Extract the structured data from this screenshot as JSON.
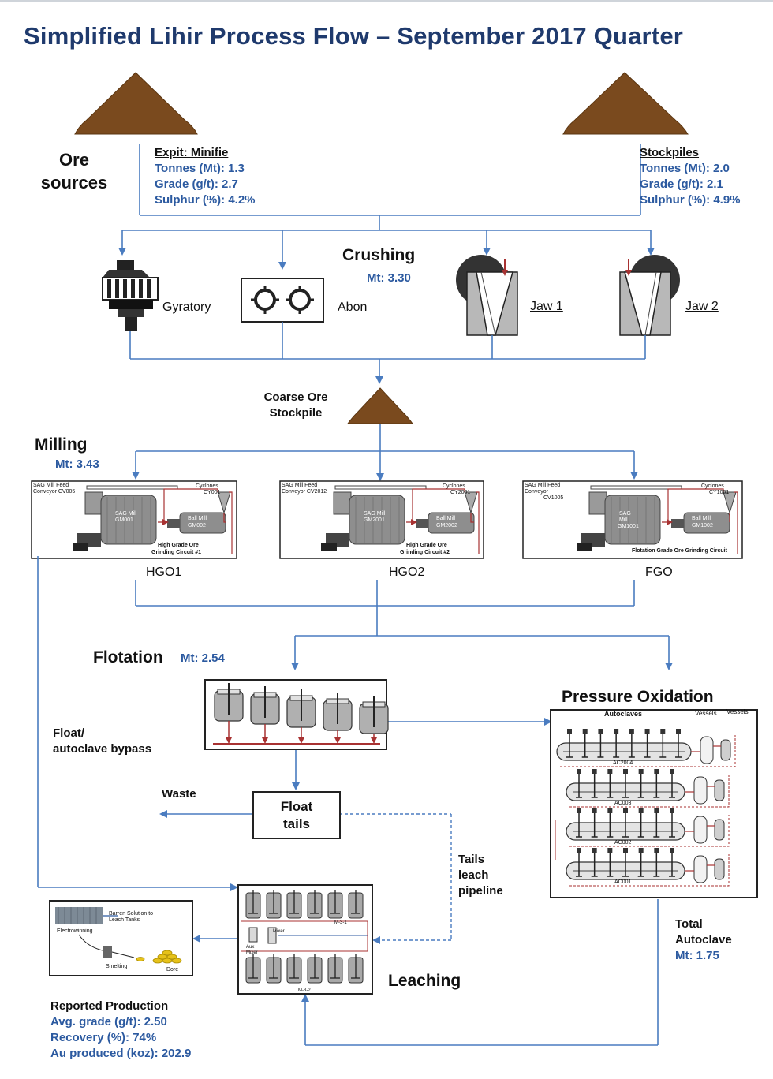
{
  "title": "Simplified Lihir Process Flow – September 2017 Quarter",
  "colors": {
    "title": "#1f3a6d",
    "value_text": "#2c5aa0",
    "flow_line": "#4a7cc0",
    "ore_pile": "#7a4a1e",
    "circuit_red": "#a83232"
  },
  "ore_sources": {
    "label_line1": "Ore",
    "label_line2": "sources",
    "minifie": {
      "heading": "Expit: Minifie",
      "tonnes": "Tonnes (Mt): 1.3",
      "grade": "Grade (g/t): 2.7",
      "sulphur": "Sulphur (%): 4.2%"
    },
    "stockpiles": {
      "heading": "Stockpiles",
      "tonnes": "Tonnes (Mt): 2.0",
      "grade": "Grade (g/t): 2.1",
      "sulphur": "Sulphur (%): 4.9%"
    }
  },
  "crushing": {
    "heading": "Crushing",
    "value": "Mt: 3.30",
    "crushers": [
      "Gyratory",
      "Abon",
      "Jaw 1",
      "Jaw 2"
    ]
  },
  "coarse_ore": {
    "line1": "Coarse Ore",
    "line2": "Stockpile"
  },
  "milling": {
    "heading": "Milling",
    "value": "Mt: 3.43",
    "circuits": [
      {
        "label": "HGO1",
        "feed_line1": "SAG Mill Feed",
        "feed_line2": "Conveyor CV005",
        "cyclone_line1": "Cyclones",
        "cyclone_line2": "CY001",
        "sag_line1": "SAG Mill",
        "sag_line2": "GM001",
        "ball_line1": "Ball Mill",
        "ball_line2": "GM002",
        "caption_line1": "High Grade Ore",
        "caption_line2": "Grinding Circuit #1"
      },
      {
        "label": "HGO2",
        "feed_line1": "SAG Mill Feed",
        "feed_line2": "Conveyor CV2012",
        "cyclone_line1": "Cyclones",
        "cyclone_line2": "CY2001",
        "sag_line1": "SAG Mill",
        "sag_line2": "GM2001",
        "ball_line1": "Ball Mill",
        "ball_line2": "GM2002",
        "caption_line1": "High Grade Ore",
        "caption_line2": "Grinding Circuit #2"
      },
      {
        "label": "FGO",
        "feed_line1": "SAG Mill Feed",
        "feed_line2": "Conveyor",
        "feed_line3": "CV1005",
        "cyclone_line1": "Cyclones",
        "cyclone_line2": "CY1001",
        "sag_line1": "SAG",
        "sag_line2": "Mill",
        "sag_line3": "GM1001",
        "ball_line1": "Ball Mill",
        "ball_line2": "GM1002",
        "caption_line1": "Flotation Grade Ore Grinding Circuit"
      }
    ]
  },
  "flotation": {
    "heading": "Flotation",
    "value": "Mt: 2.54"
  },
  "bypass": {
    "line1": "Float/",
    "line2": "autoclave bypass"
  },
  "waste": "Waste",
  "float_tails": {
    "line1": "Float",
    "line2": "tails"
  },
  "tails_pipeline": {
    "line1": "Tails",
    "line2": "leach",
    "line3": "pipeline"
  },
  "pressure_oxidation": {
    "heading": "Pressure  Oxidation",
    "autoclaves_label": "Autoclaves",
    "vessels_label": "Vessels",
    "vessels_label_2": "Vessels",
    "units": [
      "AC2004",
      "AC003",
      "AC002",
      "AC001"
    ]
  },
  "total_autoclave": {
    "line1": "Total",
    "line2": "Autoclave",
    "line3": "Mt: 1.75"
  },
  "leaching": {
    "heading": "Leaching",
    "label_a": "M-3-1",
    "label_b": "M-3-2",
    "label_c": "Mixer",
    "label_d": "Aux",
    "label_e": "Mixer"
  },
  "refinery": {
    "barren_line1": "Barren Solution to",
    "barren_line2": "Leach Tanks",
    "electrowinning": "Electrowinning",
    "smelting": "Smelting",
    "dore": "Dore"
  },
  "reported": {
    "heading": "Reported Production",
    "grade": "Avg. grade (g/t): 2.50",
    "recovery": "Recovery (%): 74%",
    "gold": "Au produced (koz): 202.9"
  }
}
